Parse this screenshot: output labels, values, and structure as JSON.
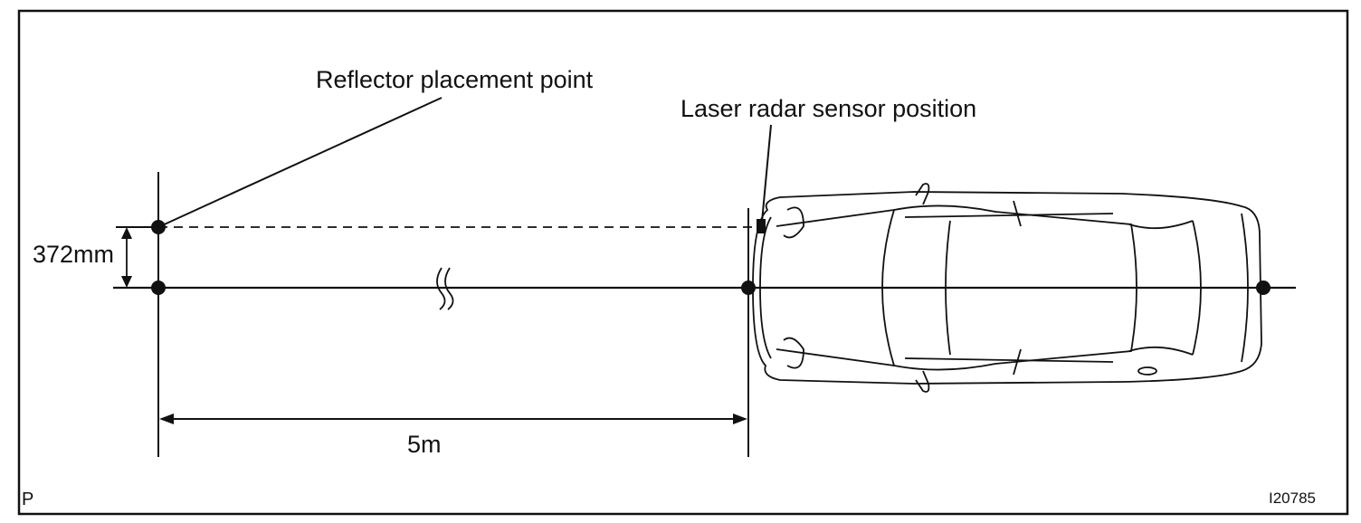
{
  "labels": {
    "reflector": "Reflector placement point",
    "sensor": "Laser radar sensor position",
    "height": "372mm",
    "distance": "5m",
    "corner_left": "P",
    "figure_id": "I20785"
  },
  "colors": {
    "ink": "#111111",
    "background": "#ffffff"
  }
}
